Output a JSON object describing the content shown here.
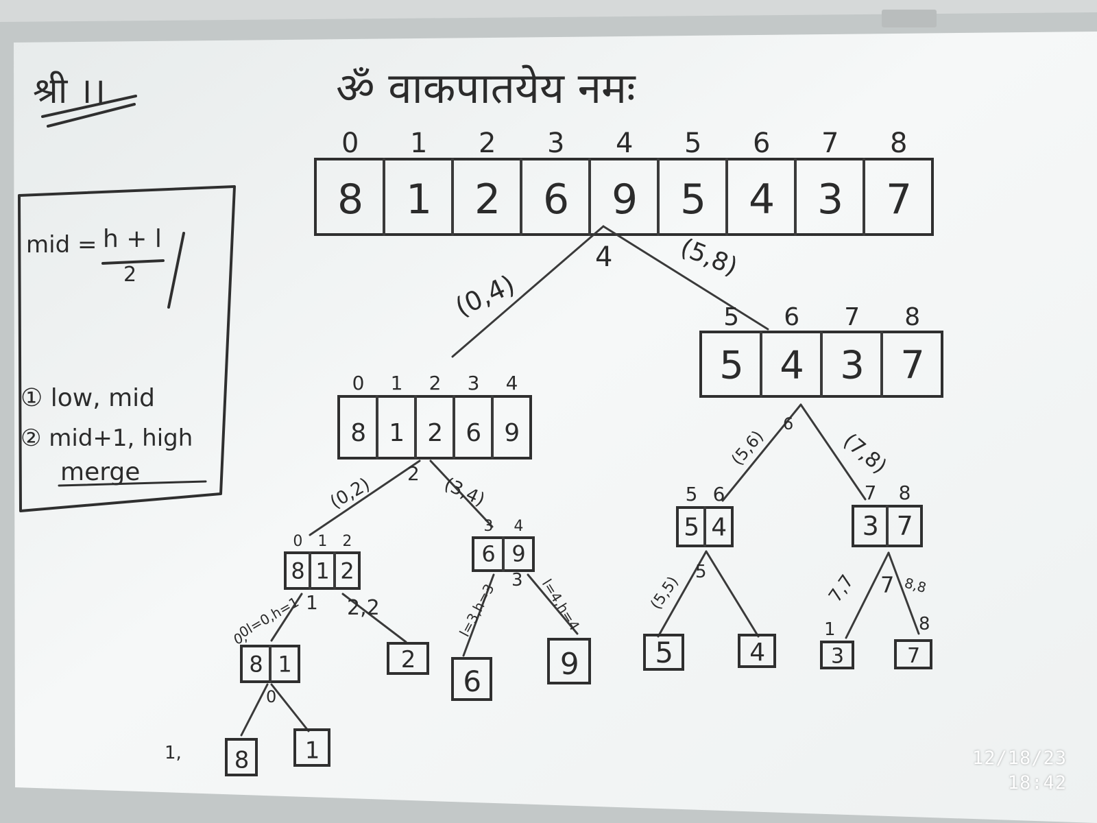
{
  "board": {
    "header_mark": "श्री ।।",
    "title": "ॐ वाकपातयेय नमः",
    "note_box": {
      "formula_left": "mid =",
      "formula_num": "h + l",
      "formula_den": "2",
      "step1": "① low, mid",
      "step2": "② mid+1, high",
      "step3": "merge"
    }
  },
  "tree": {
    "root": {
      "indices": [
        "0",
        "1",
        "2",
        "3",
        "4",
        "5",
        "6",
        "7",
        "8"
      ],
      "values": [
        "8",
        "1",
        "2",
        "6",
        "9",
        "5",
        "4",
        "3",
        "7"
      ],
      "mid_label": "4",
      "left_range": "(0,4)",
      "right_range": "(5,8)"
    },
    "left": {
      "indices": [
        "0",
        "1",
        "2",
        "3",
        "4"
      ],
      "values": [
        "8",
        "1",
        "2",
        "6",
        "9"
      ],
      "mid_label": "2",
      "left_range": "(0,2)",
      "right_range": "(3,4)"
    },
    "right": {
      "indices": [
        "5",
        "6",
        "7",
        "8"
      ],
      "values": [
        "5",
        "4",
        "3",
        "7"
      ],
      "mid_label": "6",
      "left_range": "(5,6)",
      "right_range": "(7,8)"
    },
    "ll": {
      "indices": [
        "0",
        "1",
        "2"
      ],
      "values": [
        "8",
        "1",
        "2"
      ],
      "mid_label": "1",
      "left_range": "0l=0,h=1",
      "right_range": "2,2"
    },
    "lr": {
      "indices": [
        "3",
        "4"
      ],
      "values": [
        "6",
        "9"
      ],
      "mid_label": "3",
      "left_range": "l=3,h=3",
      "right_range": "l=4,h=4"
    },
    "rl": {
      "indices": [
        "5",
        "6"
      ],
      "values": [
        "5",
        "4"
      ],
      "mid_label": "5",
      "left_range": "(5,5)"
    },
    "rr": {
      "indices": [
        "7",
        "8"
      ],
      "values": [
        "3",
        "7"
      ],
      "mid_label": "7",
      "left_range": "7,7",
      "right_range": "8,8"
    },
    "lll": {
      "values": [
        "8",
        "1"
      ],
      "mid_label": "0",
      "left_range": "0,",
      "extra_mark": "1,"
    },
    "leaves": {
      "l2": "2",
      "l6": "6",
      "l9": "9",
      "l5": "5",
      "l4": "4",
      "l3": "3",
      "l3_idx": "1",
      "l7": "7",
      "l7_idx": "8",
      "l8": "8",
      "l1": "1"
    }
  },
  "camera_stamp": {
    "date": "12/18/23",
    "time": "18:42"
  },
  "colors": {
    "board": "#f4f6f6",
    "frame": "#c7cbcb",
    "ink": "#2f2f2f",
    "stamp": "#ffffff"
  }
}
